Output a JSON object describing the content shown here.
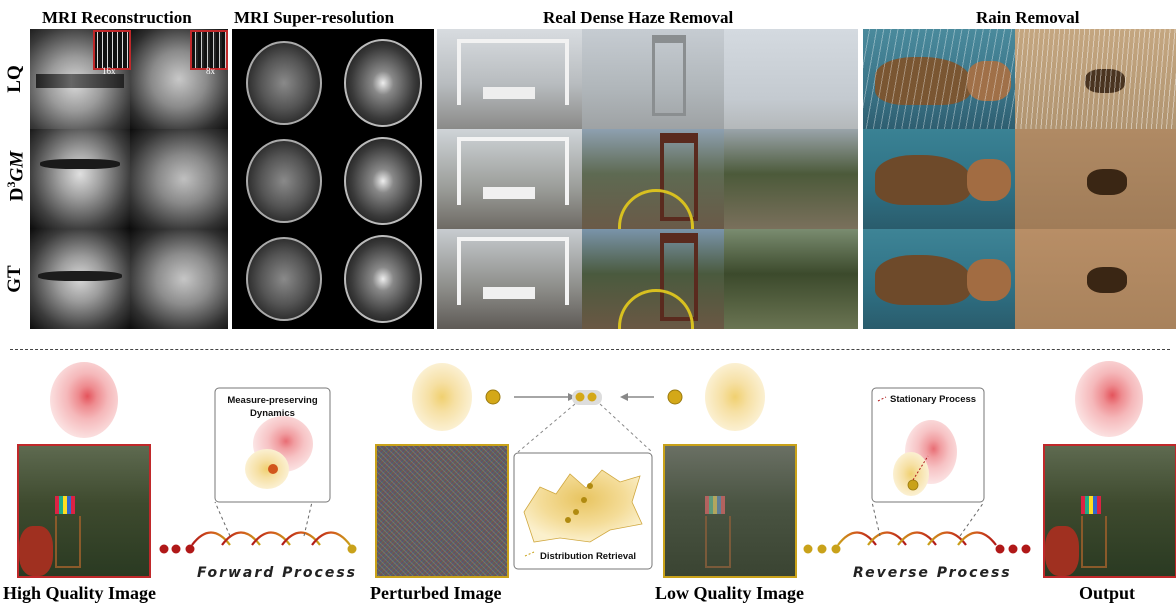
{
  "top": {
    "titles": {
      "mri_recon": "MRI Reconstruction",
      "mri_sr": "MRI Super-resolution",
      "haze": "Real Dense Haze Removal",
      "rain": "Rain Removal"
    },
    "row_labels": {
      "lq": "LQ",
      "model_prefix": "D",
      "model_sup": "3",
      "model_suffix": "GM",
      "gt": "GT"
    },
    "zoom_labels": [
      "16x",
      "8x"
    ]
  },
  "bottom": {
    "captions": {
      "hq": "High Quality Image",
      "perturbed": "Perturbed Image",
      "lq": "Low Quality Image",
      "output": "Output"
    },
    "forward_process": "Forward Process",
    "reverse_process": "Reverse Process",
    "callout_measure_line1": "Measure-preserving",
    "callout_measure_line2": "Dynamics",
    "callout_stationary": "Stationary Process",
    "callout_retrieval": "Distribution Retrieval"
  },
  "colors": {
    "red_accent": "#c0282a",
    "gold_accent": "#c9a21a",
    "dark_red": "#a0141a",
    "pink_blob": "#f2b8bc",
    "yellow_blob": "#f3dca0"
  }
}
